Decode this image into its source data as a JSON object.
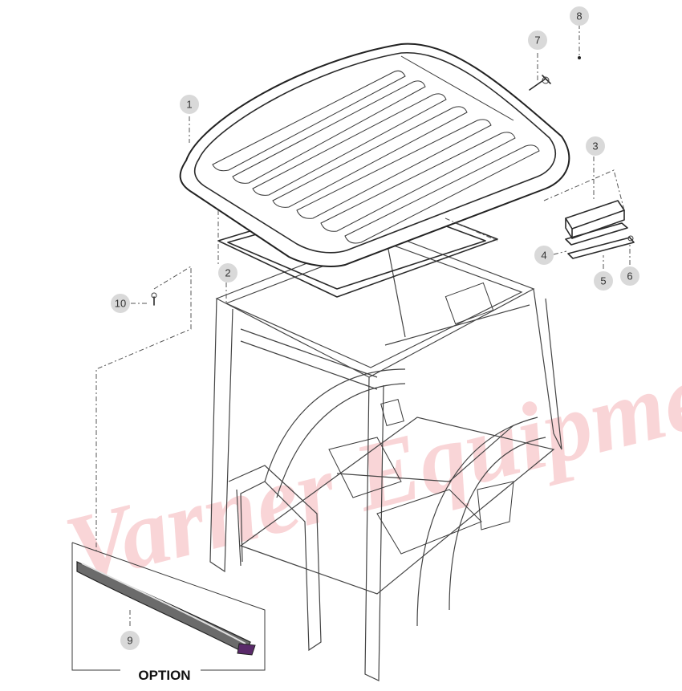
{
  "diagram": {
    "callouts": [
      {
        "id": "1",
        "label": "1"
      },
      {
        "id": "2",
        "label": "2"
      },
      {
        "id": "3",
        "label": "3"
      },
      {
        "id": "4",
        "label": "4"
      },
      {
        "id": "5",
        "label": "5"
      },
      {
        "id": "6",
        "label": "6"
      },
      {
        "id": "7",
        "label": "7"
      },
      {
        "id": "8",
        "label": "8"
      },
      {
        "id": "9",
        "label": "9"
      },
      {
        "id": "10",
        "label": "10"
      }
    ],
    "option_label": "OPTION",
    "watermark_text": "Varner Equipment"
  },
  "colors": {
    "callout_fill": "#d9d9d9",
    "line": "#2a2a2a",
    "watermark": "#f2a3a8"
  }
}
